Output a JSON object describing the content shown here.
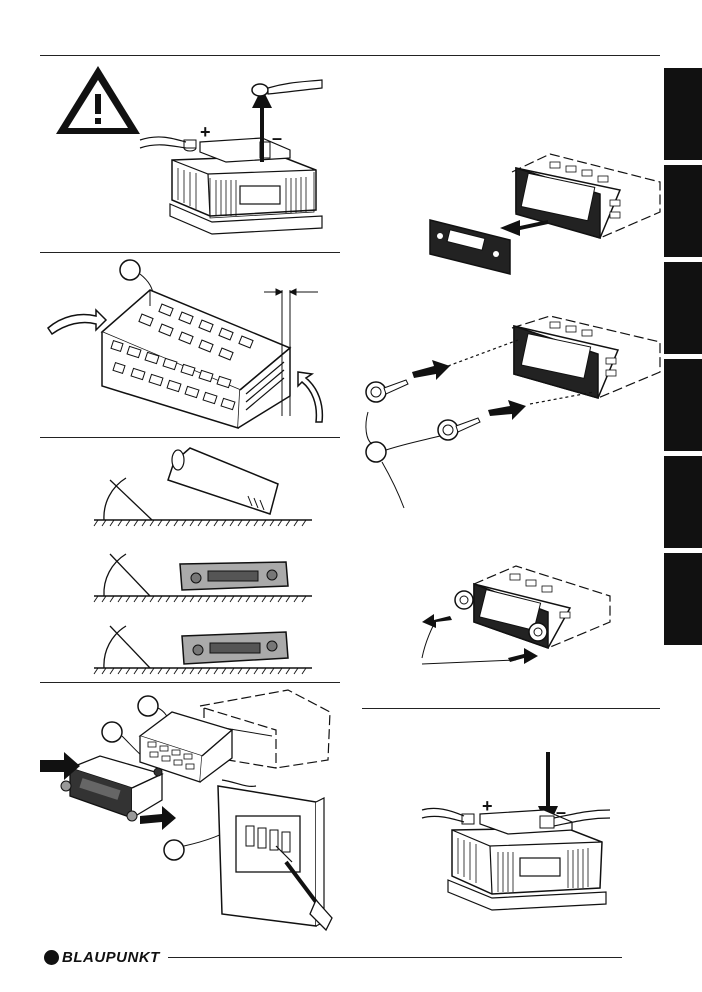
{
  "brand": {
    "name": "BLAUPUNKT",
    "logo_icon": "blaupunkt-dot-logo"
  },
  "tabs": {
    "count": 6,
    "color": "#111111"
  },
  "figures": {
    "battery_disconnect": {
      "icons": [
        "warning-triangle-icon",
        "car-battery-icon",
        "up-arrow-icon"
      ],
      "terminal_labels": [
        "+",
        "–"
      ]
    },
    "mounting_cage": {
      "icons": [
        "mounting-cage-icon",
        "curved-arrow-icon",
        "callout-circle-icon"
      ]
    },
    "mounting_angle": {
      "icons": [
        "angle-arc-icon",
        "radio-tilted-icon",
        "radio-front-icon"
      ]
    },
    "installation": {
      "icons": [
        "radio-insert-icon",
        "dashboard-panel-icon",
        "screwdriver-icon",
        "callout-circle-icon"
      ]
    },
    "panel_removal": {
      "icons": [
        "radio-unit-icon",
        "detachable-panel-icon",
        "arrow-left-icon"
      ]
    },
    "release_keys": {
      "icons": [
        "release-key-icon",
        "right-arrow-icon",
        "callout-circle-icon"
      ]
    },
    "radio_removal": {
      "icons": [
        "radio-unit-icon",
        "release-key-icon",
        "arrow-icon"
      ]
    },
    "battery_reconnect": {
      "icons": [
        "car-battery-icon",
        "down-arrow-icon"
      ],
      "terminal_labels": [
        "+",
        "–"
      ]
    }
  }
}
